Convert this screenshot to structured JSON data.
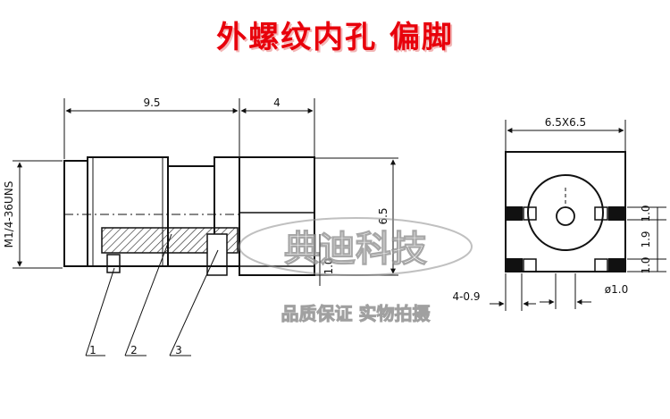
{
  "title": "外螺纹内孔 偏脚",
  "side_view": {
    "dim_length": "9.5",
    "dim_tail": "4",
    "dim_thread": "M1/4-36UNS",
    "dim_height": "6.5",
    "dim_pin": "1.0",
    "callouts": [
      "1",
      "2",
      "3"
    ]
  },
  "front_view": {
    "dim_size": "6.5X6.5",
    "dim_pin_offset": "4-0.9",
    "dim_hole": "ø1.0",
    "dim_right": [
      "1.0",
      "1.9",
      "1.0"
    ]
  },
  "watermark": {
    "brand": "典迪科技",
    "tagline": "品质保证 实物拍摄"
  }
}
